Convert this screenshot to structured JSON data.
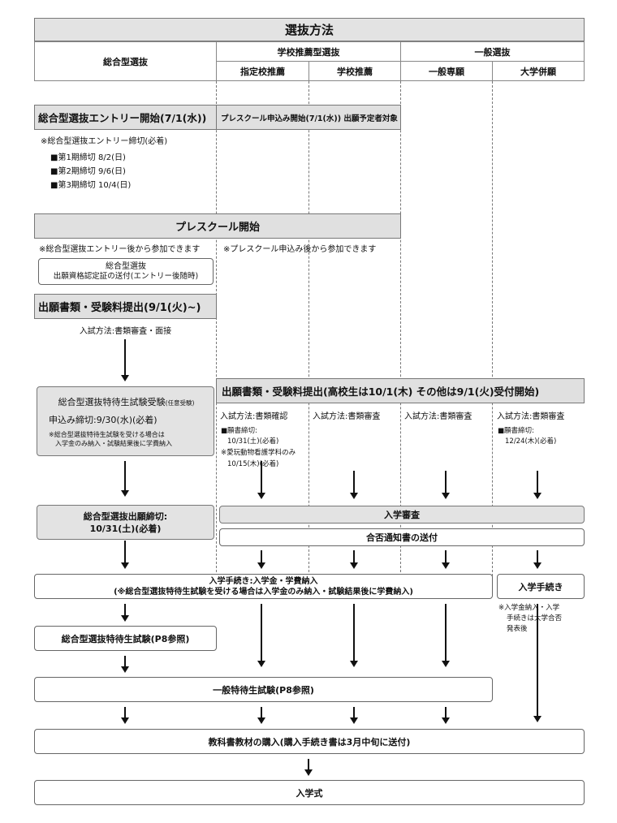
{
  "title": "選抜方法",
  "header": {
    "sogo": "総合型選抜",
    "school_rec": "学校推薦型選抜",
    "general": "一般選抜",
    "designated": "指定校推薦",
    "school": "学校推薦",
    "general_only": "一般専願",
    "univ_concurrent": "大学併願"
  },
  "entry": {
    "bar_left": "総合型選抜エントリー開始(7/1(水))",
    "bar_right": "プレスクール申込み開始(7/1(水)) 出願予定者対象",
    "deadline_note": "※総合型選抜エントリー締切(必着)",
    "periods": [
      "■第1期締切 8/2(日)",
      "■第2期締切 9/6(日)",
      "■第3期締切 10/4(日)"
    ]
  },
  "preschool": {
    "bar": "プレスクール開始",
    "note_left": "※総合型選抜エントリー後から参加できます",
    "note_right": "※プレスクール申込み後から参加できます",
    "cert_line1": "総合型選抜",
    "cert_line2": "出願資格認定証の送付(エントリー後随時)"
  },
  "sogo_app": {
    "bar": "出願書類・受験料提出(9/1(火)~)",
    "method": "入試方法:書類審査・面接"
  },
  "special_exam_box": {
    "title": "総合型選抜特待生試験受験",
    "title_small": "(任意受験)",
    "deadline": "申込み締切:9/30(水)(必着)",
    "note1": "※総合型選抜特待生試験を受ける場合は",
    "note2": "入学金のみ納入・試験結果後に学費納入"
  },
  "other_app": {
    "bar": "出願書類・受験料提出(高校生は10/1(木) その他は9/1(火)受付開始)",
    "method_doc_confirm": "入試方法:書類確認",
    "method_doc_review": "入試方法:書類審査",
    "deadline_label": "■願書締切:",
    "deadline_1": "10/31(土)(必着)",
    "note_pet": "※愛玩動物看護学科のみ",
    "deadline_pet": "10/15(木)(必着)",
    "deadline_univ": "12/24(木)(必着)"
  },
  "sogo_deadline": {
    "line1": "総合型選抜出願締切:",
    "line2": "10/31(土)(必着)"
  },
  "review": "入学審査",
  "notice": "合否通知書の送付",
  "procedures": {
    "line1": "入学手続き:入学金・学費納入",
    "line2": "(※総合型選抜特待生試験を受ける場合は入学金のみ納入・試験結果後に学費納入)",
    "right": "入学手続き",
    "right_note": [
      "※入学金納入・入学",
      "手続きは大学合否",
      "発表後"
    ]
  },
  "sogo_special_exam": "総合型選抜特待生試験(P8参照)",
  "general_special_exam": "一般特待生試験(P8参照)",
  "textbooks": "教科書教材の購入(購入手続き書は3月中旬に送付)",
  "ceremony": "入学式"
}
